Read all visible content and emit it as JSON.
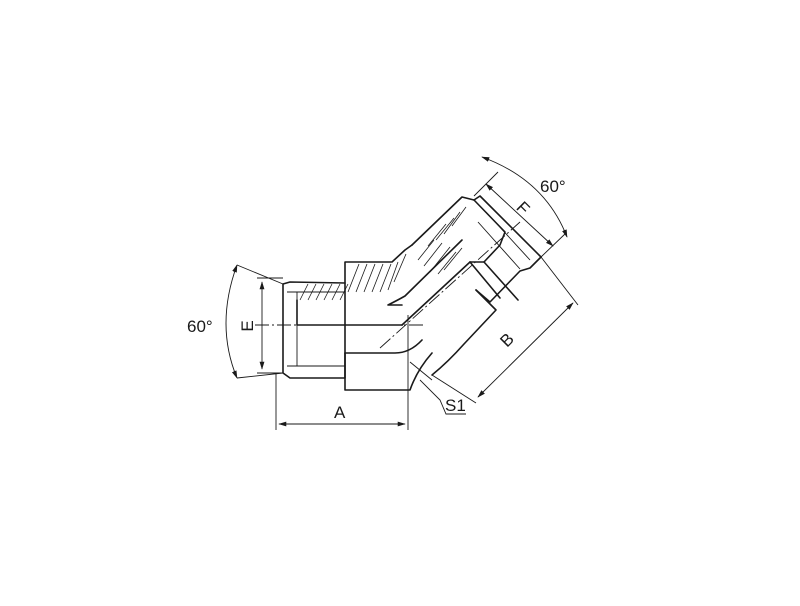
{
  "labels": {
    "angle_left": "60°",
    "angle_right": "60°",
    "dim_a": "A",
    "dim_b": "B",
    "dim_e": "E",
    "dim_f": "F",
    "dim_s1": "S1"
  }
}
